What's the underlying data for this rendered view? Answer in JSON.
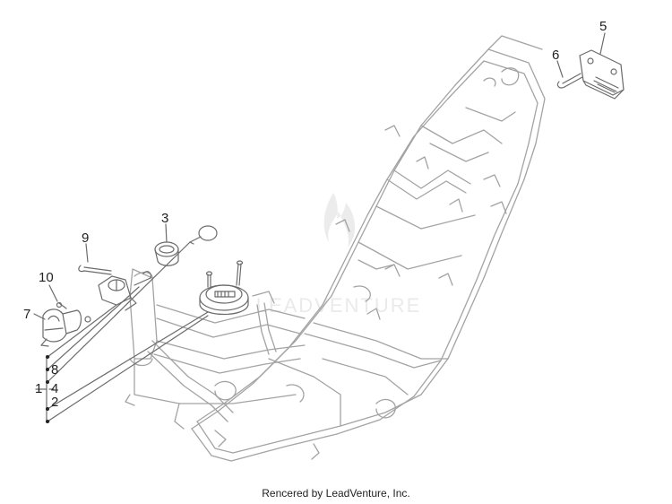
{
  "diagram": {
    "watermark": "LEADVENTURE",
    "callouts": {
      "c1": "1",
      "c2": "2",
      "c3": "3",
      "c4": "4",
      "c5": "5",
      "c6": "6",
      "c7": "7",
      "c8": "8",
      "c9": "9",
      "c10": "10"
    }
  },
  "footer": {
    "credit": "Rencered by LeadVenture, Inc."
  },
  "colors": {
    "line": "#6b6b6b",
    "frame": "#a3a3a3",
    "text": "#222222",
    "watermark": "#d9d9d9"
  }
}
